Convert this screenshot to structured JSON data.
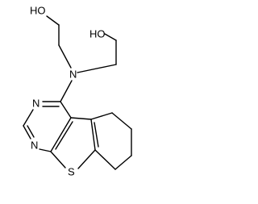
{
  "molecule": {
    "labels": {
      "hydroxyl_upper": "HO",
      "hydroxyl_lower": "HO",
      "amine_n": "N",
      "pyrimidine_n_upper": "N",
      "pyrimidine_n_lower": "N",
      "thiophene_s": "S"
    }
  }
}
